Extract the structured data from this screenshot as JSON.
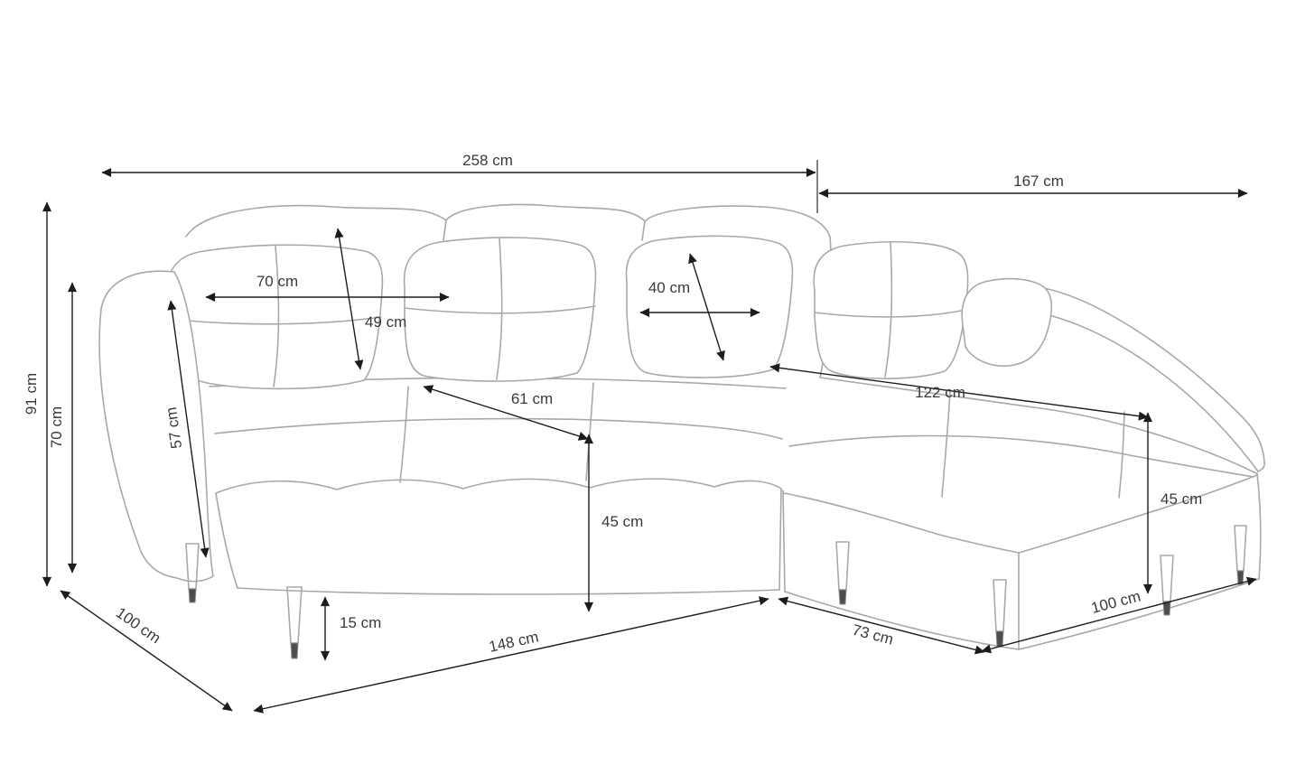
{
  "diagram": {
    "unit": "cm",
    "colors": {
      "sofa_outline": "#a8a8a8",
      "dimension_lines": "#1c1c1c",
      "label_text": "#3a3a3a",
      "leg_caps": "#4d4d4d",
      "background": "#ffffff"
    }
  },
  "dims": {
    "total_width": "258 cm",
    "chaise_length": "167 cm",
    "overall_height": "91 cm",
    "armrest_height": "70 cm",
    "back_cushion_width": "70 cm",
    "back_cushion_height": "49 cm",
    "small_cushion_width": "40 cm",
    "backrest_depth": "57 cm",
    "seat_depth": "61 cm",
    "chaise_seat_length": "122 cm",
    "seat_height": "45 cm",
    "chaise_seat_height": "45 cm",
    "leg_height": "15 cm",
    "front_width": "148 cm",
    "chaise_front_width": "73 cm",
    "depth_left": "100 cm",
    "depth_right": "100 cm"
  }
}
